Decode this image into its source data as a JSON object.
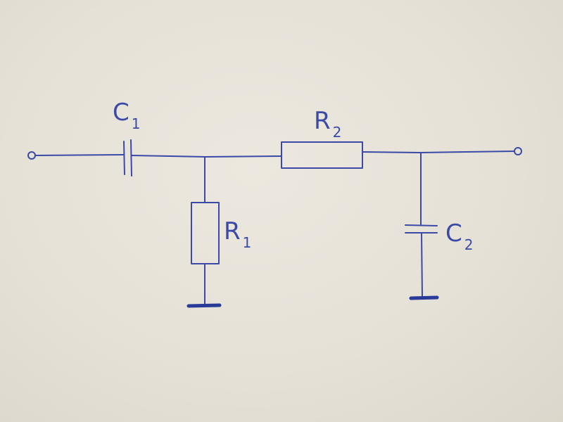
{
  "components": {
    "c1": {
      "name": "C",
      "subscript": "1"
    },
    "c2": {
      "name": "C",
      "subscript": "2"
    },
    "r1": {
      "name": "R",
      "subscript": "1"
    },
    "r2": {
      "name": "R",
      "subscript": "2"
    }
  },
  "colors": {
    "ink": "#3a4aa6",
    "paper": "#e7e2d8"
  }
}
